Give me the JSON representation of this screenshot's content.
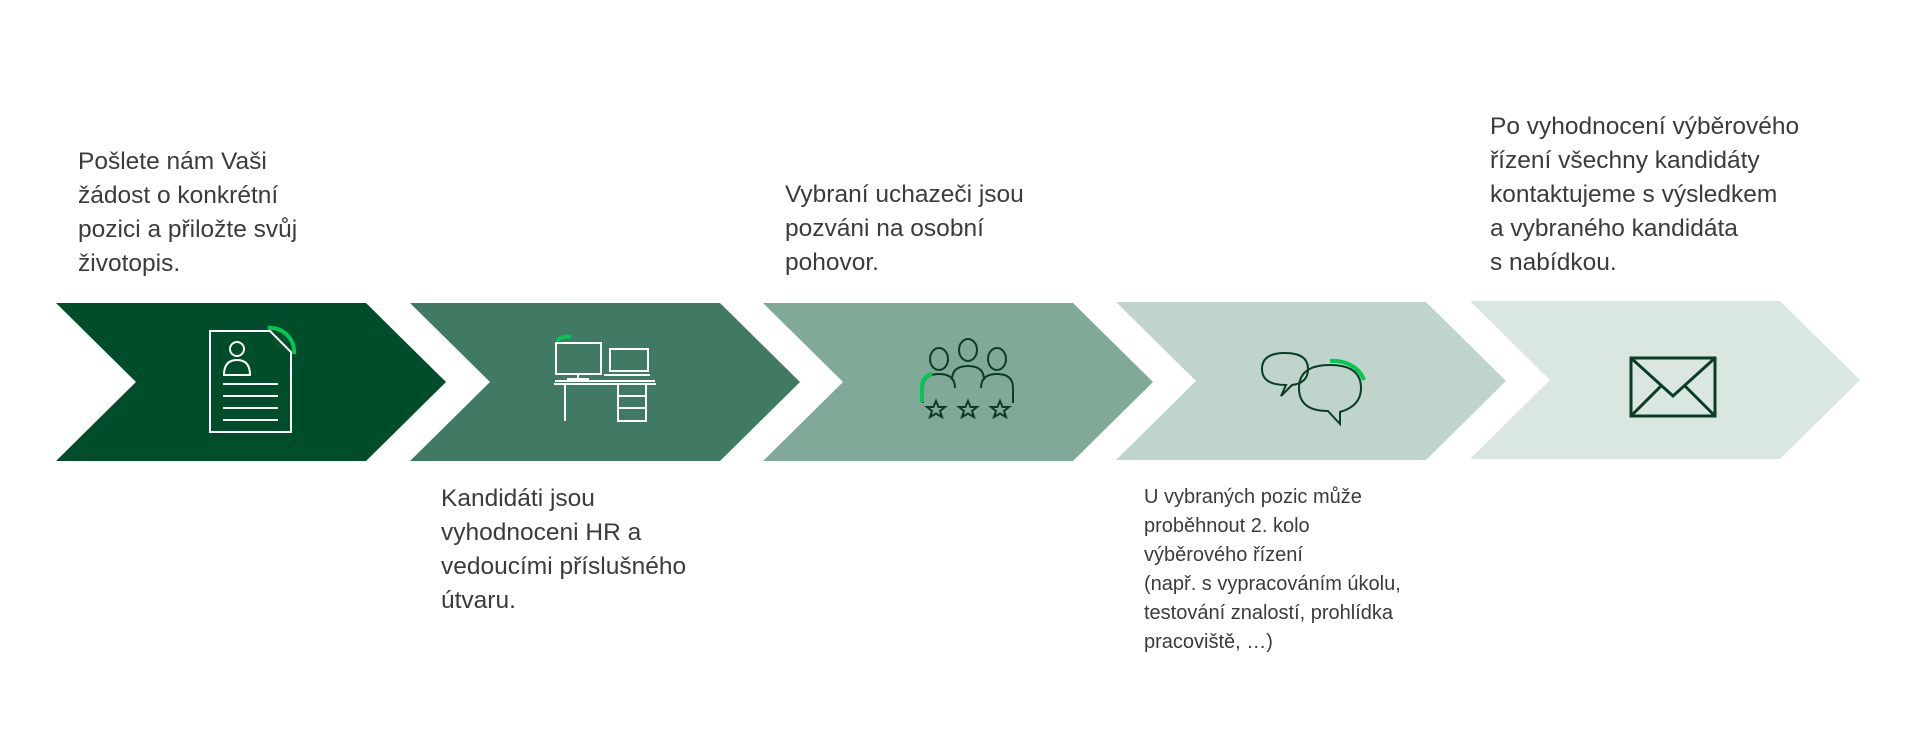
{
  "colors": {
    "step1": "#004d2b",
    "step2": "#417a62",
    "step3": "#80a998",
    "step4": "#bfd4cb",
    "step5": "#dae6e0",
    "accent": "#00c853",
    "icon_light": "#ffffff",
    "icon_dark": "#0b3d25"
  },
  "steps": [
    {
      "icon": "cv-document-icon",
      "text": "Pošlete nám Vaši\nžádost o konkrétní\npozici a přiložte svůj\nživotopis."
    },
    {
      "icon": "office-desk-icon",
      "text": "Kandidáti jsou\nvyhodnoceni HR a\nvedoucími příslušného\nútvaru."
    },
    {
      "icon": "rated-group-icon",
      "text": "Vybraní uchazeči jsou\npozváni na osobní\npohovor."
    },
    {
      "icon": "chat-bubbles-icon",
      "text": "U vybraných pozic může\nproběhnout 2. kolo\nvýběrového řízení\n(např. s vypracováním úkolu,\ntestování znalostí, prohlídka\npracoviště, …)"
    },
    {
      "icon": "envelope-icon",
      "text": "Po vyhodnocení výběrového\nřízení všechny kandidáty\nkontaktujeme s výsledkem\na vybraného kandidáta\ns nabídkou."
    }
  ]
}
